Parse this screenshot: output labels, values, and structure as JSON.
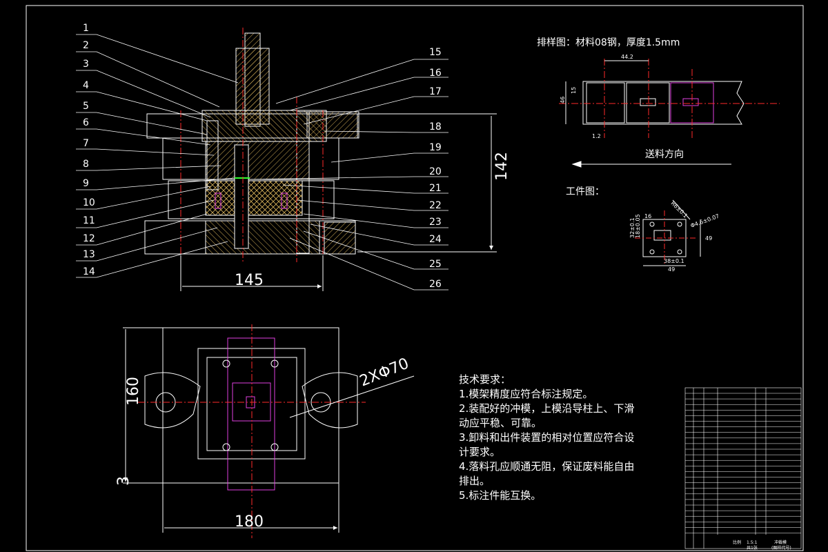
{
  "callouts_left": [
    "1",
    "2",
    "3",
    "4",
    "5",
    "6",
    "7",
    "8",
    "9",
    "10",
    "11",
    "12",
    "13",
    "14"
  ],
  "callouts_right": [
    "15",
    "16",
    "17",
    "18",
    "19",
    "20",
    "21",
    "22",
    "23",
    "24",
    "25",
    "26"
  ],
  "dimensions": {
    "width_145": "145",
    "height_142": "142",
    "width_180": "180",
    "height_160": "160",
    "offset_3": "3",
    "hole_2x70": "2XΦ70",
    "strip_pitch": "44.2",
    "strip_width": "46",
    "strip_15": "15",
    "strip_edge": "1.2",
    "part_rad": "R6±0.1",
    "part_hole": "Φ4.6±0.07",
    "part_h": "49",
    "part_w": "49",
    "part_pitch_x": "38±0.1",
    "part_pitch_y": "32±0.1",
    "part_side": "18±0.05",
    "part_left": "16"
  },
  "strip_layout": {
    "title": "排样图：材料08钢，厚度1.5mm",
    "feed_direction": "送料方向"
  },
  "workpiece": {
    "title": "工件图："
  },
  "tech_requirements": {
    "title": "技术要求：",
    "lines": [
      "1.模架精度应符合标注规定。",
      "2.装配好的冲模，上模沿导柱上、下滑",
      "动应平稳、可靠。",
      "3.卸料和出件装置的相对位置应符合设",
      "计要求。",
      "4.落料孔应顺通无阻，保证废料能自由",
      "排出。",
      "5.标注件能互换。"
    ]
  },
  "title_block": {
    "scale_label": "比例",
    "scale": "1.5:1",
    "drawing_name": "冲裁模",
    "sheet": "共1张",
    "unit": "(图样代号)"
  },
  "colors": {
    "line": "#ffffff",
    "center": "#ff2a2a",
    "hatch": "#e8c070",
    "magenta": "#e040e0",
    "green": "#30ff30",
    "background": "#000000"
  }
}
